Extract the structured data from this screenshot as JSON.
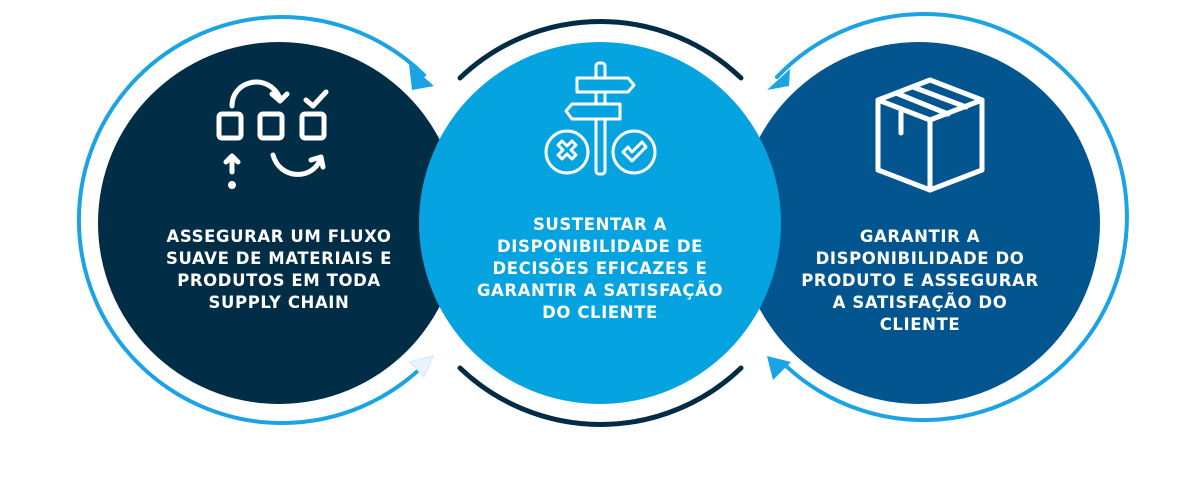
{
  "diagram": {
    "type": "three-circle-cycle",
    "colors": {
      "circle_left": "#012d47",
      "circle_middle": "#05a3e0",
      "circle_right": "#02558f",
      "arrow_blue": "#1ba3e3",
      "arc_dark": "#022b45",
      "text": "#ffffff"
    },
    "steps": [
      {
        "icon": "workflow-process-icon",
        "text": "ASSEGURAR UM FLUXO\nSUAVE DE MATERIAIS E\nPRODUTOS EM TODA\nSUPPLY CHAIN"
      },
      {
        "icon": "signpost-decision-icon",
        "text": "SUSTENTAR A\nDISPONIBILIDADE DE\nDECISÕES EFICAZES E\nGARANTIR A SATISFAÇÃO\nDO CLIENTE"
      },
      {
        "icon": "box-package-icon",
        "text": "GARANTIR A\nDISPONIBILIDADE DO\nPRODUTO E ASSEGURAR\nA SATISFAÇÃO DO\nCLIENTE"
      }
    ]
  }
}
